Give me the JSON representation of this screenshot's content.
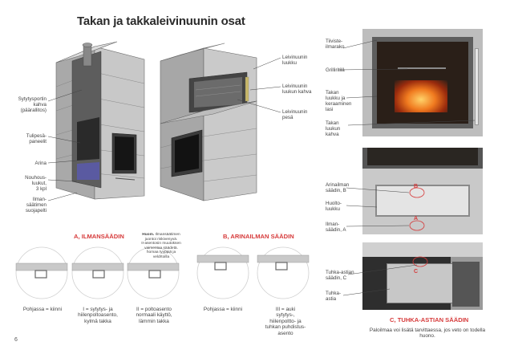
{
  "page": {
    "title": "Takan ja takkaleivinuunin osat",
    "page_number": "6"
  },
  "stove_left_labels": {
    "sytytysportin": "Sytytysportin\nkahva\n(päärallitos)",
    "tulipesa": "Tulipesä-\npaneelit",
    "arina": "Arina",
    "nouhous": "Nouhous-\nluukut,\n3 kpl",
    "ilmansaato": "Ilman-\nsäätimen\nsuojapelti"
  },
  "stove_right_labels": {
    "leivinuunin_luukku": "Leivinuunin\nluukku",
    "leivinuunin_kahva": "Leivinuunin\nluukun kahva",
    "leivinuunin_pesa": "Leivinuunin\npesä"
  },
  "photo_labels": {
    "tiiviste": "Tiiviste-\nilmarako",
    "grilliritila": "Grilliritilä",
    "takan_luukku": "Takan\nluukku ja\nkeraaminen\nlasi",
    "takan_kahva": "Takan\nluukun\nkahva",
    "arinailman": "Arinailman\nsäädin, B",
    "huolto": "Huolto-\nluukku",
    "ilmansaadin_a": "Ilman-\nsäädin, A",
    "tuhka_astian": "Tuhka-astian\nsäädin, C",
    "tuhka_astia": "Tuhka-\nastia"
  },
  "photo_markers": {
    "b": "B",
    "a": "A",
    "c": "C"
  },
  "section_a": {
    "heading": "A, ILMANSÄÄDIN",
    "caption_0": "Pohjassa = kiinni",
    "caption_1": "I = sytytys- ja\nhiilenpoltoasento,\nkylmä takka",
    "caption_2": "II = poltoasento\nnormaali käyttö,\nlämmin takka",
    "note_title": "Huom.",
    "note_body": " Ilmansäätimen\njuontoi riskivenyvä.\nII-asentosin muutoksen\nvaimentaa säädetä.\nhomaa tyyppiä ja\nveldrtoilla"
  },
  "section_b": {
    "heading": "B, ARINAILMAN SÄÄDIN",
    "caption_0": "Pohjassa = kiinni",
    "caption_1": "III = auki\nsytytys-,\nhiilenpoltto- ja\ntuhkan puhdistus-\nasento"
  },
  "section_c": {
    "heading": "C, TUHKA-ASTIAN SÄÄDIN",
    "caption": "Paloilmaa voi lisätä tarvittaessa, jos veto on todella huono."
  },
  "colors": {
    "accent_red": "#d63a3a",
    "stove_grey": "#b9b9b9",
    "fire": "#e2561c"
  }
}
